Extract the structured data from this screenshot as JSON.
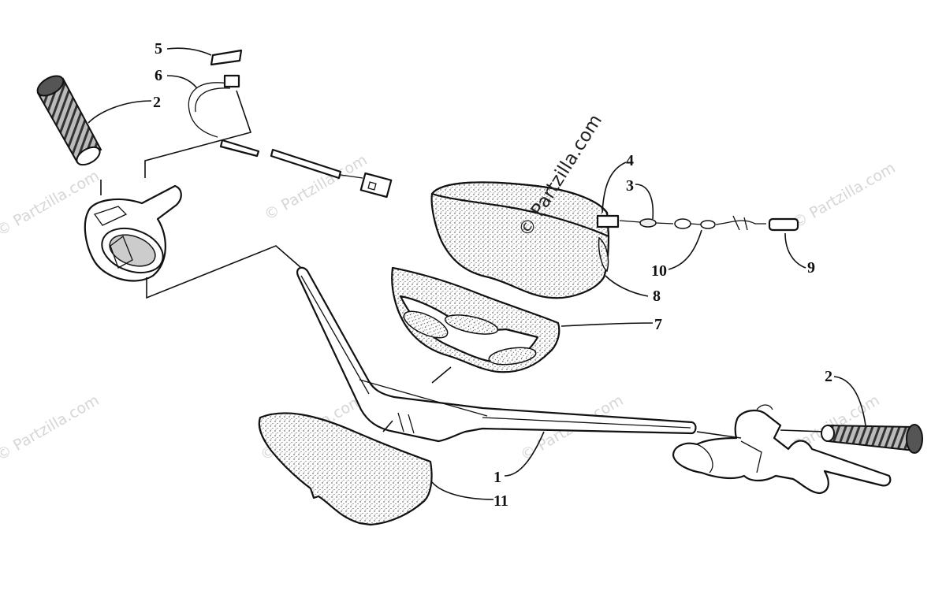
{
  "callouts": {
    "c1": "1",
    "c2a": "2",
    "c2b": "2",
    "c3": "3",
    "c4": "4",
    "c5": "5",
    "c6": "6",
    "c7": "7",
    "c8": "8",
    "c9": "9",
    "c10": "10",
    "c11": "11"
  },
  "watermark": {
    "main": "© Partzilla.com",
    "repeat": "© Partzilla.com"
  }
}
